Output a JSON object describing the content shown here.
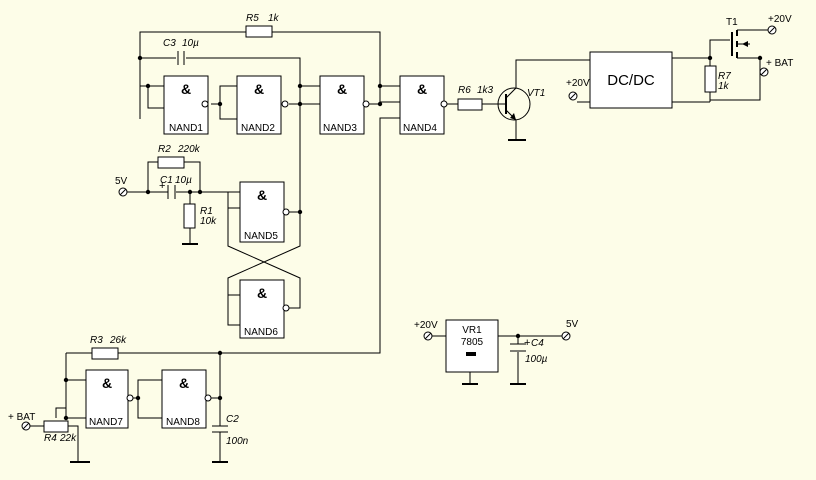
{
  "gates": {
    "nand1": {
      "symbol": "&",
      "name": "NAND1"
    },
    "nand2": {
      "symbol": "&",
      "name": "NAND2"
    },
    "nand3": {
      "symbol": "&",
      "name": "NAND3"
    },
    "nand4": {
      "symbol": "&",
      "name": "NAND4"
    },
    "nand5": {
      "symbol": "&",
      "name": "NAND5"
    },
    "nand6": {
      "symbol": "&",
      "name": "NAND6"
    },
    "nand7": {
      "symbol": "&",
      "name": "NAND7"
    },
    "nand8": {
      "symbol": "&",
      "name": "NAND8"
    }
  },
  "resistors": {
    "r1": {
      "ref": "R1",
      "value": "10k"
    },
    "r2": {
      "ref": "R2",
      "value": "220k"
    },
    "r3": {
      "ref": "R3",
      "value": "26k"
    },
    "r4": {
      "ref": "R4",
      "value": "22k"
    },
    "r5": {
      "ref": "R5",
      "value": "1k"
    },
    "r6": {
      "ref": "R6",
      "value": "1k3"
    },
    "r7": {
      "ref": "R7",
      "value": "1k"
    }
  },
  "capacitors": {
    "c1": {
      "ref": "C1",
      "value": "10µ",
      "polarity": "+"
    },
    "c2": {
      "ref": "C2",
      "value": "100n"
    },
    "c3": {
      "ref": "C3",
      "value": "10µ"
    },
    "c4": {
      "ref": "C4",
      "value": "100µ",
      "polarity": "+"
    }
  },
  "transistors": {
    "vt1": {
      "ref": "VT1"
    },
    "t1": {
      "ref": "T1"
    }
  },
  "blocks": {
    "dcdc": {
      "label": "DC/DC"
    },
    "vr1": {
      "ref": "VR1",
      "part": "7805"
    }
  },
  "terminals": {
    "in_5v": "5V",
    "dcdc_20v": "+20V",
    "t1_20v": "+20V",
    "bat_out": "+ BAT",
    "bat_in": "+ BAT",
    "vr_in": "+20V",
    "vr_out": "5V"
  }
}
